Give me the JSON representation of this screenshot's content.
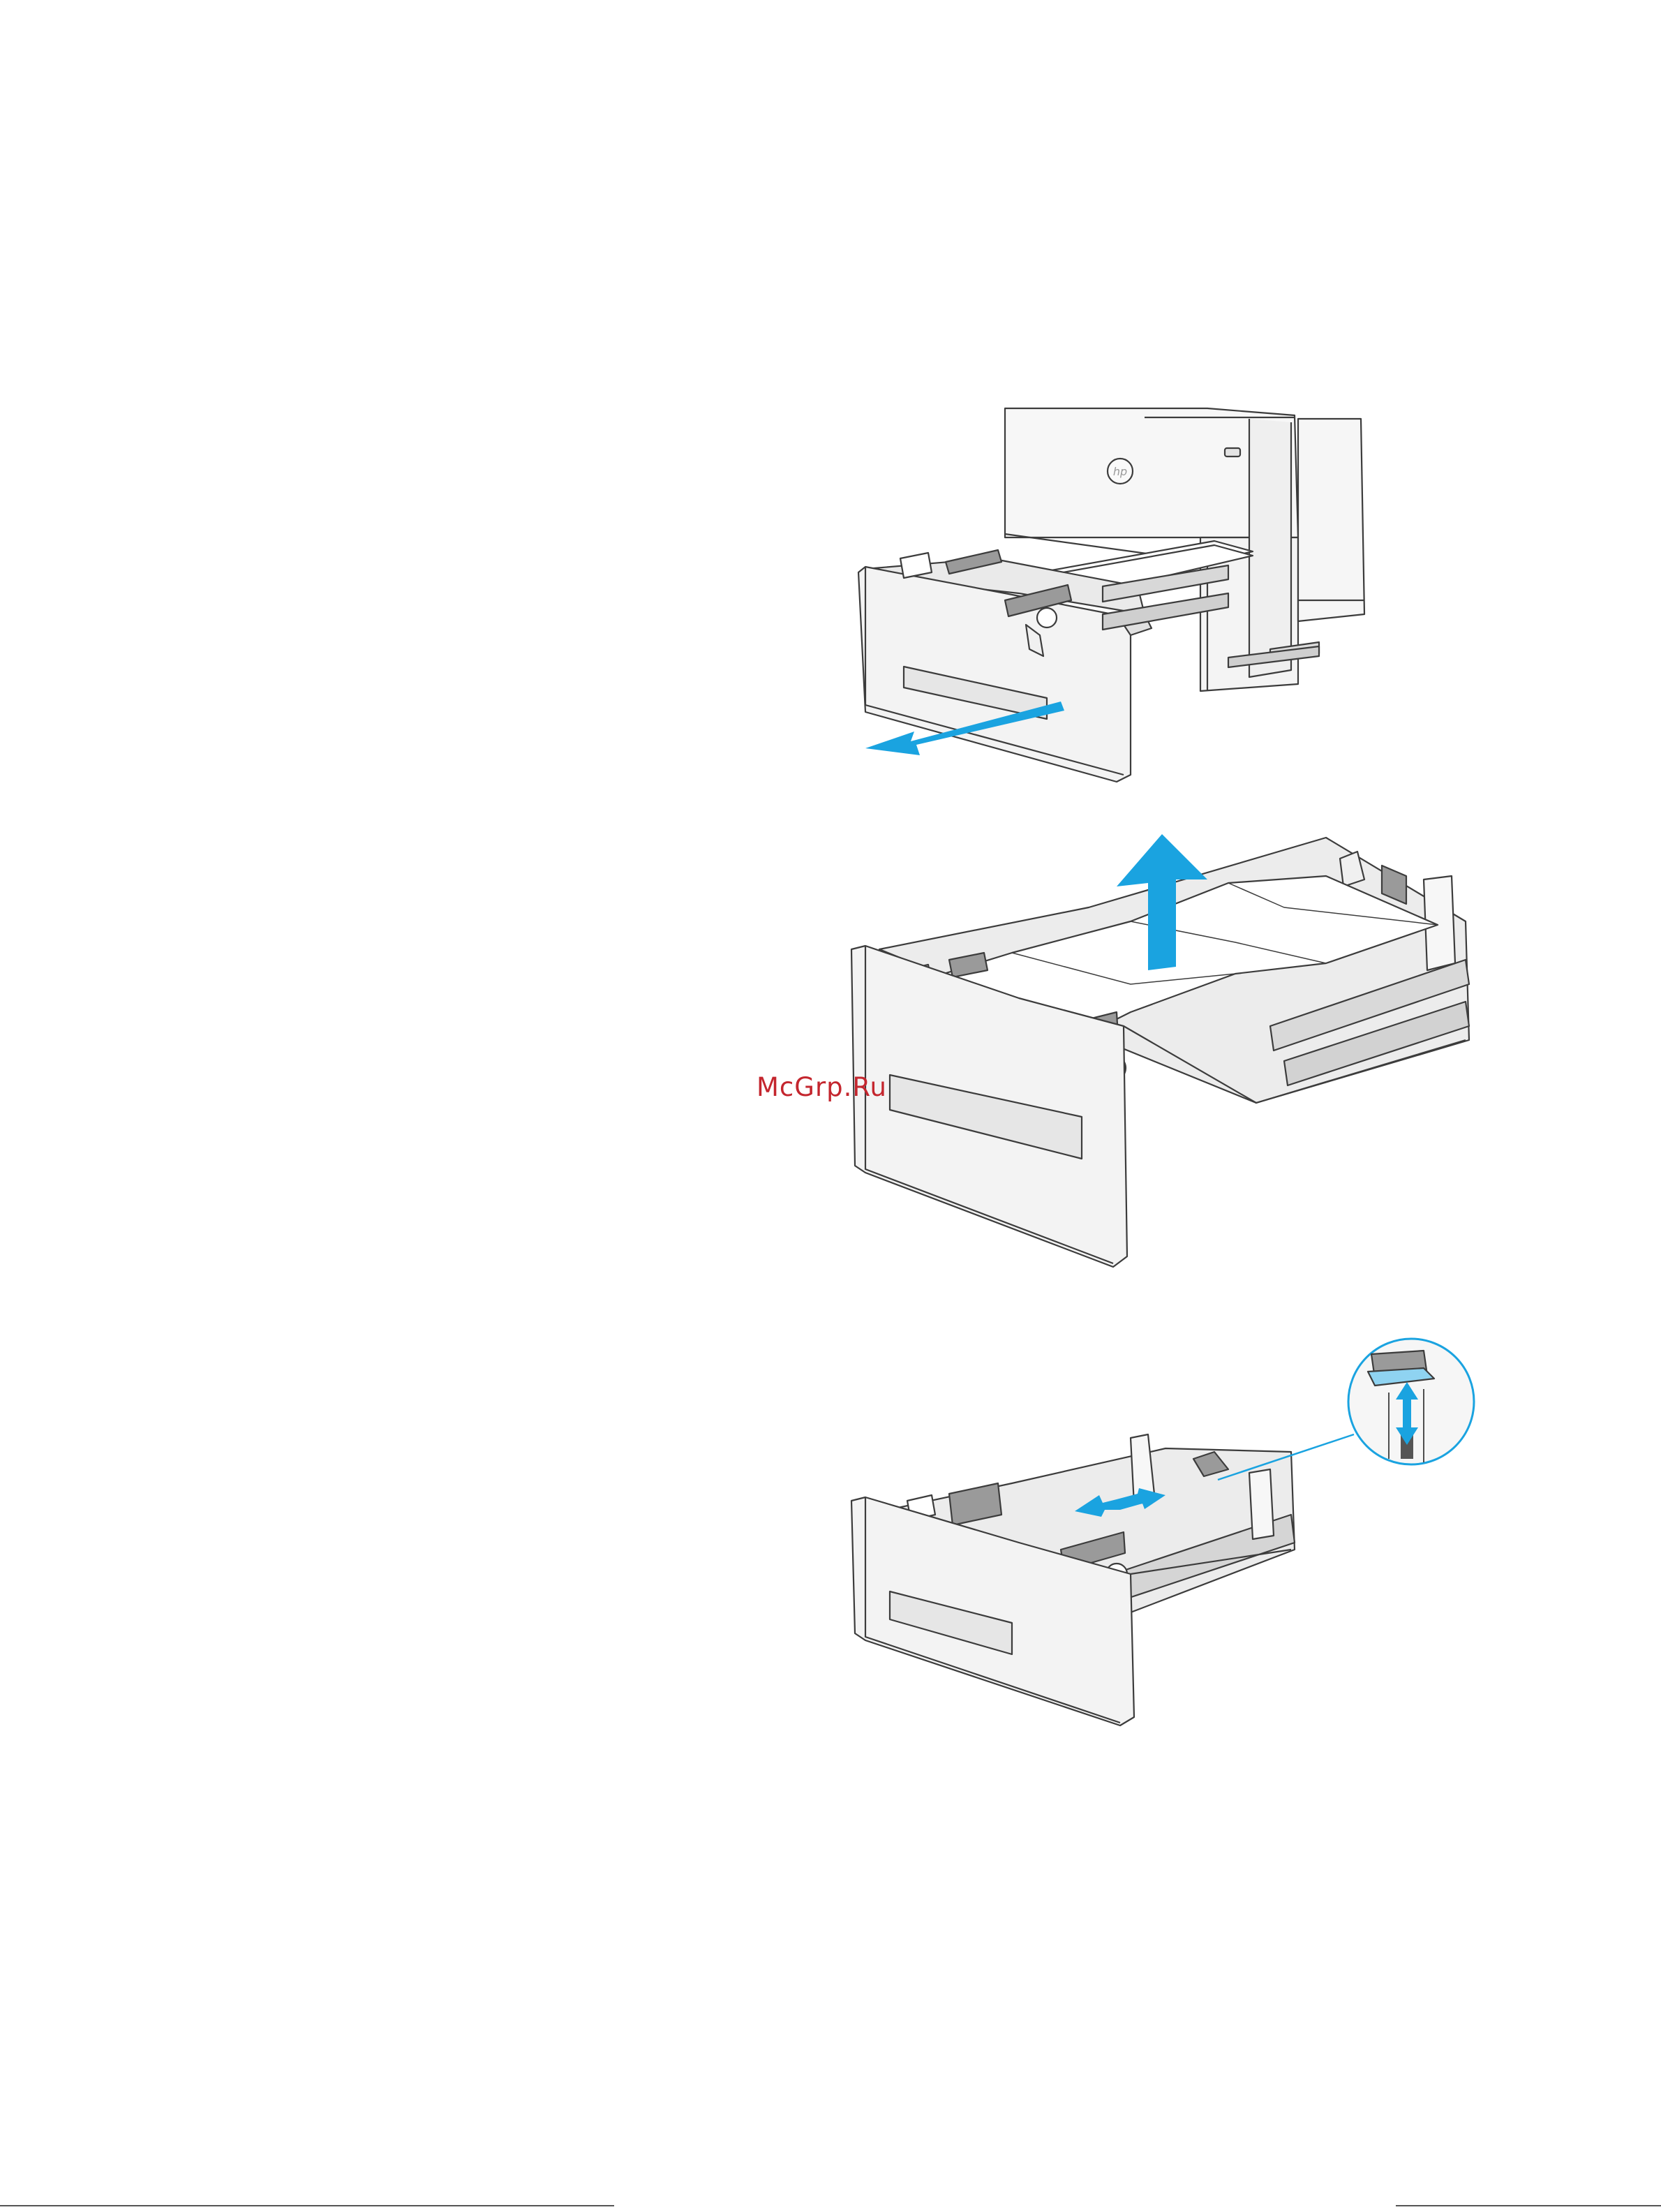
{
  "watermark": {
    "text": "McGrp.Ru"
  },
  "colors": {
    "arrow": "#1aa3e0",
    "line": "#3c3c3c",
    "plastic": "#f4f4f4",
    "shade": "#dcdcdc",
    "slider": "#9a9a9a"
  },
  "illustrations": [
    {
      "name": "step-pull-tray-out",
      "icon": "printer-tray-open-arrow-left"
    },
    {
      "name": "step-remove-jammed-paper",
      "icon": "tray-jammed-paper-arrow-up"
    },
    {
      "name": "step-adjust-paper-guides",
      "icon": "tray-guides-with-zoom-callout"
    }
  ]
}
